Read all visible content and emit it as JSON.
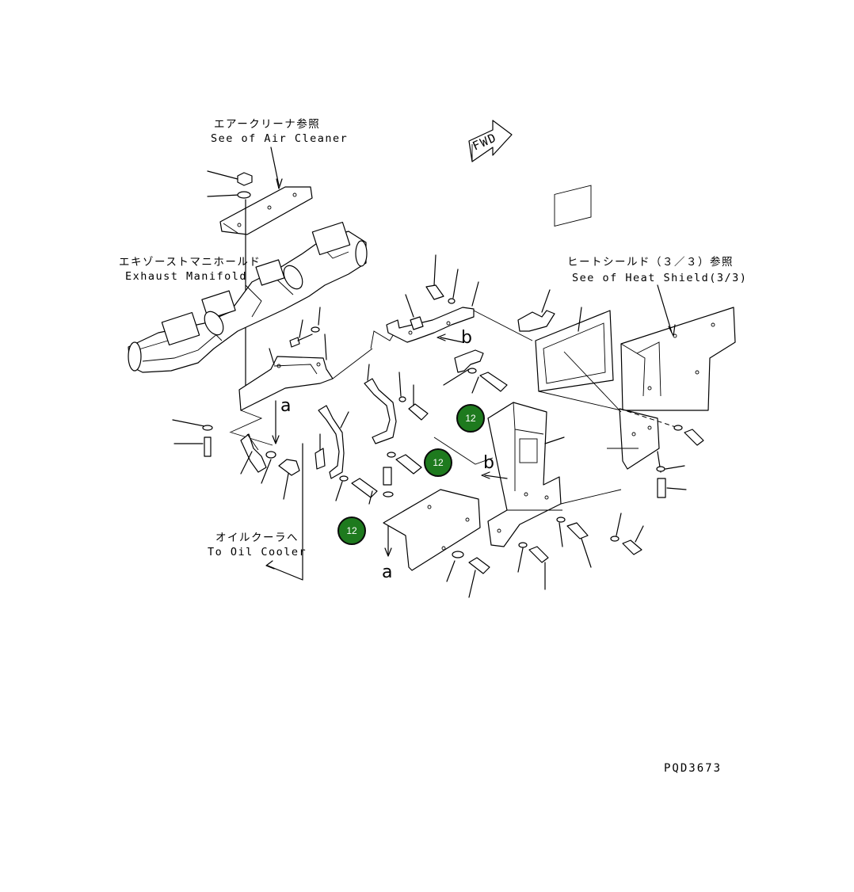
{
  "labels": {
    "air_cleaner_jp": "エアークリーナ参照",
    "air_cleaner_en": "See of Air Cleaner",
    "manifold_jp": "エキゾーストマニホールド",
    "manifold_en": "Exhaust Manifold",
    "heat_shield_jp": "ヒートシールド（３／３）参照",
    "heat_shield_en": "See of Heat Shield(3/3)",
    "oil_cooler_jp": "オイルクーラへ",
    "oil_cooler_en": "To Oil Cooler",
    "fwd": "FWD",
    "ref_a": "a",
    "ref_b": "b",
    "drawing_code": "PQD3673"
  },
  "callouts": [
    {
      "id": "callout-12-a",
      "number": "12"
    },
    {
      "id": "callout-12-b",
      "number": "12"
    },
    {
      "id": "callout-12-c",
      "number": "12"
    }
  ]
}
